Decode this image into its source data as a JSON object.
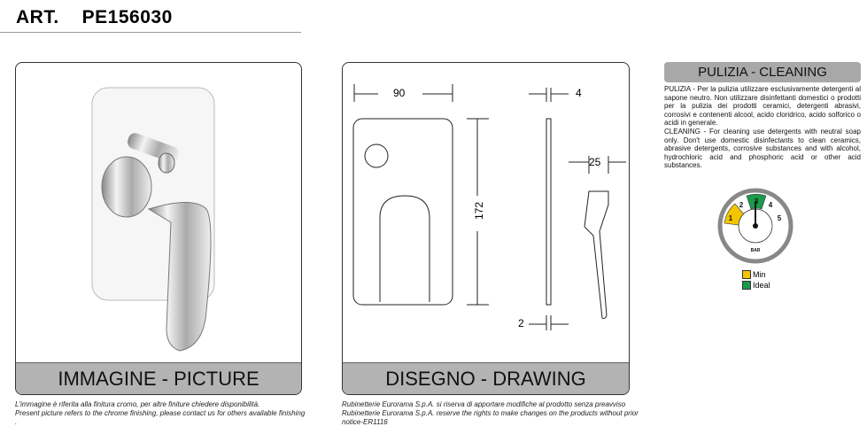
{
  "header": {
    "art_label": "ART.",
    "code": "PE156030"
  },
  "picture": {
    "caption": "IMMAGINE - PICTURE",
    "note_it": "L'immagine è riferita alla finitura cromo, per altre finiture chiedere disponibilità.",
    "note_en": "Present picture refers to the chrome finishing, please contact us for others available finishing ."
  },
  "drawing": {
    "caption": "DISEGNO - DRAWING",
    "dims": {
      "width": "90",
      "height": "172",
      "depth": "4",
      "handle": "25",
      "plate": "2"
    },
    "note_it": "Rubinetterie Eurorama S.p.A. si riserva di apportare modifiche al prodotto senza preavviso",
    "note_en": "Rubinetterie Eurorama S.p.A. reserve the rights to make changes on the products without prior notice-ER1116"
  },
  "cleaning": {
    "title": "PULIZIA - CLEANING",
    "text_it": "PULIZIA - Per la pulizia utilizzare esclusivamente detergenti al sapone neutro. Non utilizzare disinfettanti domestici o prodotti per la pulizia dei prodotti ceramici, detergenti abrasivi, corrosivi e contenenti alcool, acido cloridrico, acido solforico o acidi in generale.",
    "text_en": "CLEANING - For cleaning use detergents with neutral soap only. Don't use domestic disinfectants to clean ceramics, abrasive detergents, corrosive substances and with alcohol, hydrochloric acid and phosphoric acid or other acid substances."
  },
  "gauge": {
    "ticks": [
      "1",
      "2",
      "3",
      "4",
      "5"
    ],
    "unit": "BAR",
    "value": 3,
    "legend": [
      {
        "label": "Min",
        "color": "#f5c400"
      },
      {
        "label": "Ideal",
        "color": "#1a9a4a"
      }
    ]
  }
}
